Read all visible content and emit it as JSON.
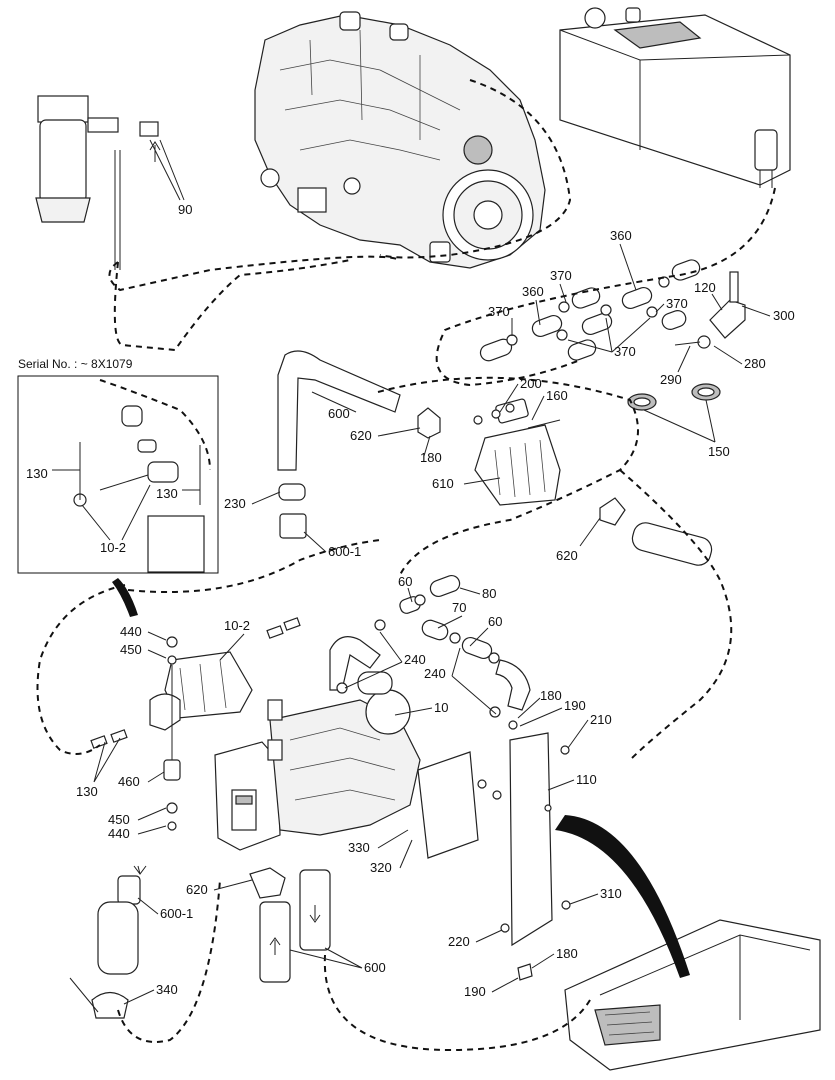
{
  "inset": {
    "serial_text": "Serial No. : ~ 8X1079"
  },
  "labels": {
    "l90": "90",
    "l360a": "360",
    "l370a": "370",
    "l360b": "360",
    "l370b": "370",
    "l370c": "370",
    "l120": "120",
    "l300": "300",
    "l370d": "370",
    "l280": "280",
    "l290": "290",
    "l150": "150",
    "l200": "200",
    "l160": "160",
    "l600a": "600",
    "l620a": "620",
    "l180a": "180",
    "l610": "610",
    "l230": "230",
    "l600_1a": "600-1",
    "l620b": "620",
    "l130a": "130",
    "l130b": "130",
    "l10_2a": "10-2",
    "l60a": "60",
    "l80": "80",
    "l70": "70",
    "l60b": "60",
    "l440a": "440",
    "l450a": "450",
    "l10_2b": "10-2",
    "l240a": "240",
    "l240b": "240",
    "l10": "10",
    "l180b": "180",
    "l190a": "190",
    "l210": "210",
    "l110": "110",
    "l130c": "130",
    "l460": "460",
    "l450b": "450",
    "l440b": "440",
    "l330": "330",
    "l320": "320",
    "l620c": "620",
    "l600_1b": "600-1",
    "l310": "310",
    "l220": "220",
    "l180c": "180",
    "l190b": "190",
    "l600b": "600",
    "l340": "340"
  }
}
